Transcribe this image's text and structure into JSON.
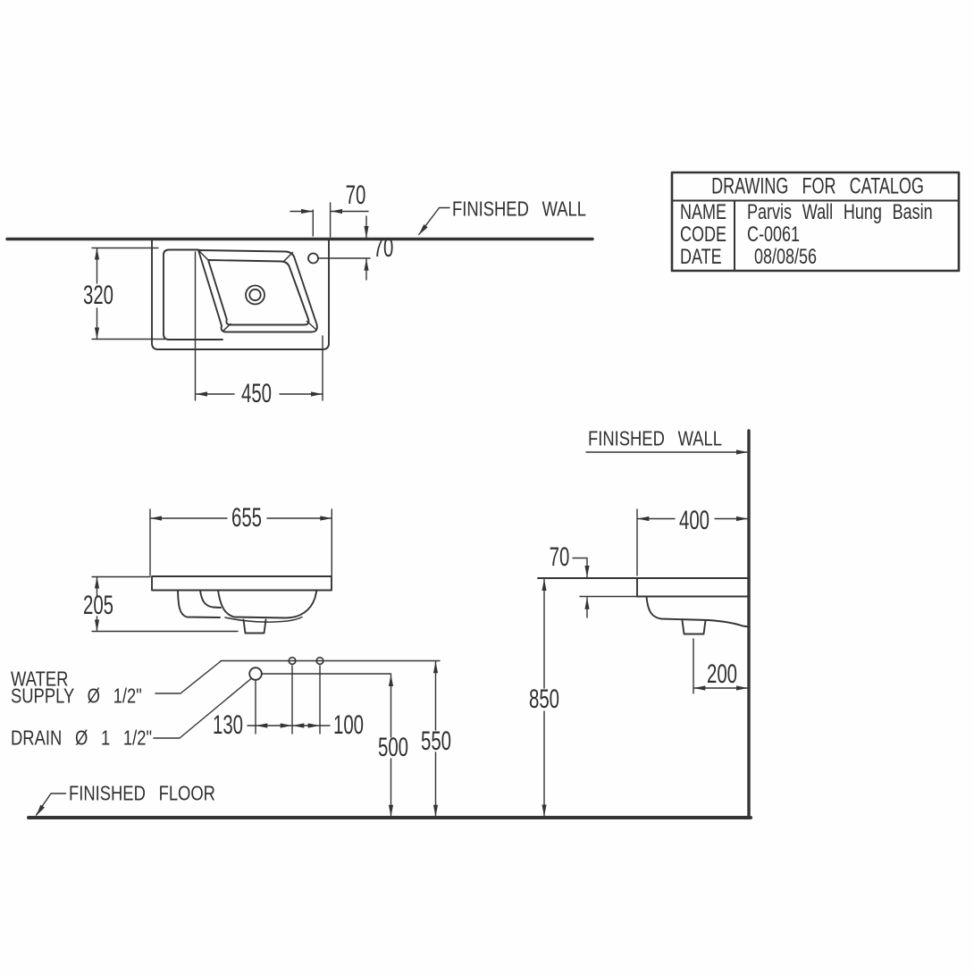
{
  "title_block": {
    "title": "DRAWING FOR CATALOG",
    "rows": [
      {
        "label": "NAME",
        "value": "Parvis Wall Hung Basin"
      },
      {
        "label": "CODE",
        "value": "C-0061"
      },
      {
        "label": "DATE",
        "value": "08/08/56"
      }
    ]
  },
  "labels": {
    "finished_wall": "FINISHED WALL",
    "finished_floor": "FINISHED FLOOR",
    "water_supply_line1": "WATER",
    "water_supply_line2": "SUPPLY Ø 1/2\"",
    "drain": "DRAIN Ø 1 1/2\""
  },
  "dimensions": {
    "plan": {
      "faucet_offset_x": "70",
      "faucet_offset_y": "70",
      "depth": "320",
      "bowl_width": "450"
    },
    "front": {
      "width": "655",
      "height": "205",
      "drain_offset": "130",
      "supply_spacing": "100",
      "drain_height": "500",
      "supply_height": "550"
    },
    "side": {
      "depth": "400",
      "rim_drop": "70",
      "drain_wall_offset": "200",
      "rim_height": "850"
    }
  },
  "line_color": "#343434"
}
